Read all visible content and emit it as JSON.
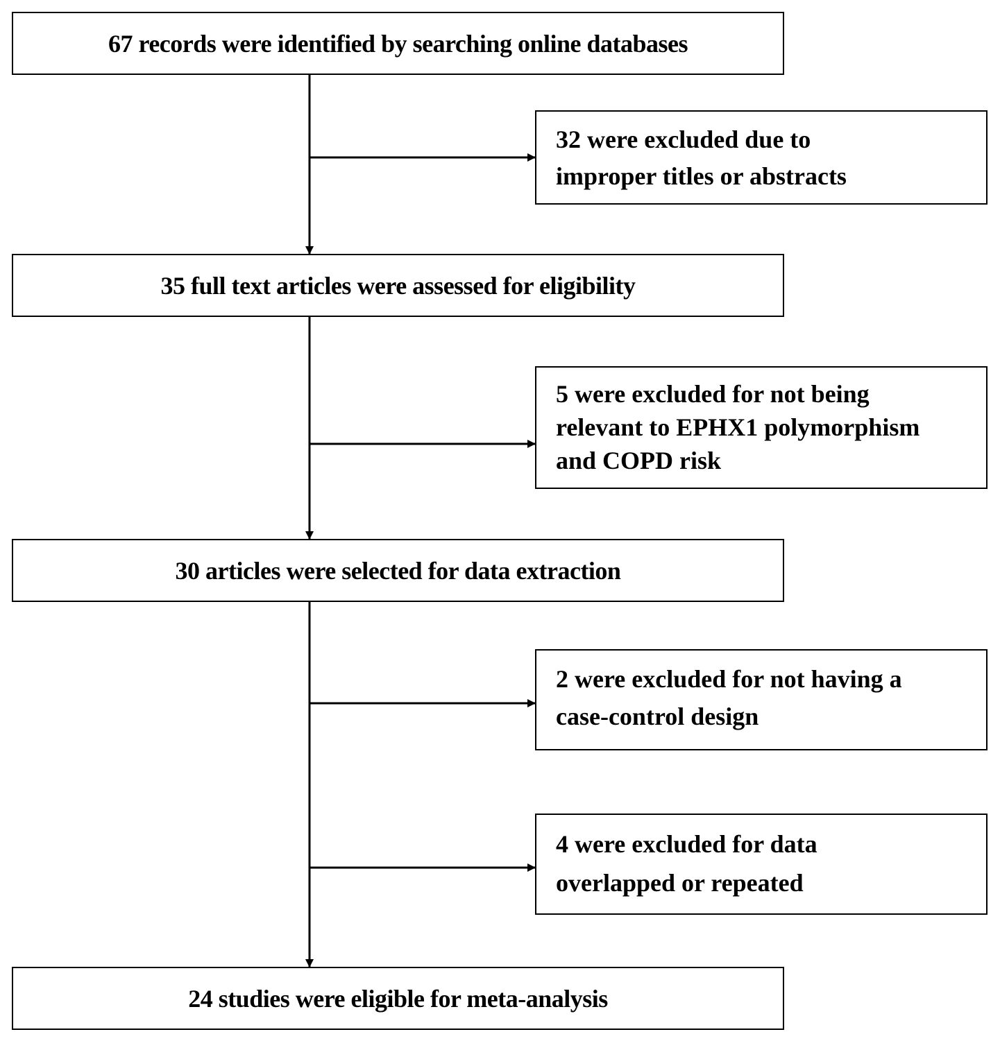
{
  "flow": {
    "steps": [
      {
        "text": "67 records were identified by searching online databases"
      },
      {
        "text": "35 full text articles were assessed for eligibility"
      },
      {
        "text": "30 articles were selected for data extraction"
      },
      {
        "text": "24 studies were eligible for meta-analysis"
      }
    ],
    "exclusions": [
      {
        "lines": [
          "32 were excluded due to",
          "improper titles or abstracts"
        ]
      },
      {
        "lines": [
          "5 were excluded for not being",
          "relevant to EPHX1 polymorphism",
          "and COPD risk"
        ]
      },
      {
        "lines": [
          "2 were excluded for not having a",
          "case-control design"
        ]
      },
      {
        "lines": [
          "4 were excluded for data",
          "overlapped or repeated"
        ]
      }
    ]
  },
  "colors": {
    "line": "#000000",
    "box_border": "#000000",
    "background": "#ffffff"
  }
}
